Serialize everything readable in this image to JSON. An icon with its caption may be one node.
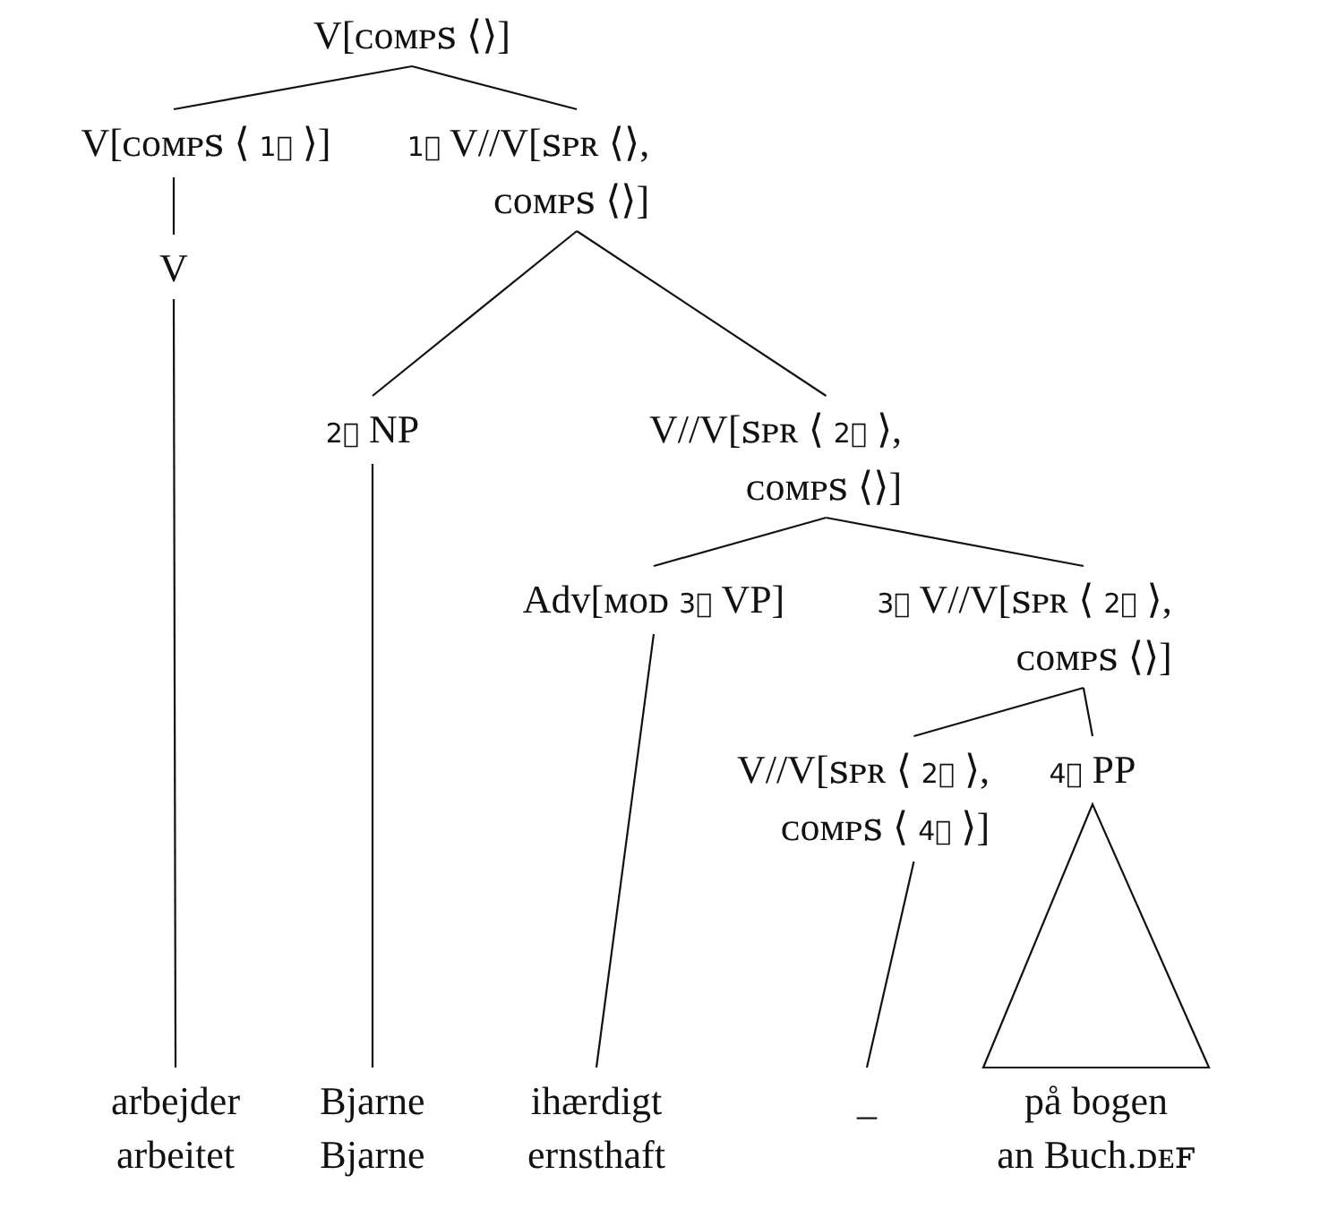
{
  "diagram": {
    "nodes": [
      {
        "text": [
          "V[ᴄᴏᴍᴘꜱ ⟨⟩]"
        ]
      },
      {
        "text": [
          "V[ᴄᴏᴍᴘꜱ ⟨ 1⃞ ⟩]"
        ]
      },
      {
        "text": [
          "1⃞ V//V[ꜱᴘʀ ⟨⟩, ᴄᴏᴍᴘꜱ ⟨⟩]"
        ]
      },
      {
        "text": [
          "V"
        ]
      },
      {
        "text": [
          "2⃞ NP"
        ]
      },
      {
        "text": [
          "V//V[ꜱᴘʀ ⟨ 2⃞ ⟩, ᴄᴏᴍᴘꜱ ⟨⟩]"
        ]
      },
      {
        "text": [
          "Adv[ᴍᴏᴅ 3⃞ VP]"
        ]
      },
      {
        "text": [
          "3⃞ V//V[ꜱᴘʀ ⟨ 2⃞ ⟩, ᴄᴏᴍᴘꜱ ⟨⟩]"
        ]
      },
      {
        "text": [
          "V//V[ꜱᴘʀ ⟨ 2⃞ ⟩, ᴄᴏᴍᴘꜱ ⟨ 4⃞ ⟩]"
        ]
      },
      {
        "text": [
          "4⃞ PP"
        ]
      },
      {
        "text": [
          "arbejder",
          "arbeitet"
        ]
      },
      {
        "text": [
          "Bjarne",
          "Bjarne"
        ]
      },
      {
        "text": [
          "ihærdigt",
          "ernsthaft"
        ]
      },
      {
        "text": [
          "_"
        ]
      },
      {
        "text": [
          "på bogen",
          "an Buch.ᴅᴇꜰ"
        ]
      }
    ],
    "edges": [
      {
        "from": 0,
        "to": 1,
        "arrow": "none"
      },
      {
        "from": 0,
        "to": 2,
        "arrow": "none"
      },
      {
        "from": 1,
        "to": 3,
        "arrow": "none"
      },
      {
        "from": 2,
        "to": 4,
        "arrow": "none"
      },
      {
        "from": 2,
        "to": 5,
        "arrow": "none"
      },
      {
        "from": 3,
        "to": 10,
        "arrow": "none"
      },
      {
        "from": 4,
        "to": 11,
        "arrow": "none"
      },
      {
        "from": 5,
        "to": 6,
        "arrow": "none"
      },
      {
        "from": 5,
        "to": 7,
        "arrow": "none"
      },
      {
        "from": 6,
        "to": 12,
        "arrow": "none"
      },
      {
        "from": 7,
        "to": 8,
        "arrow": "none"
      },
      {
        "from": 7,
        "to": 9,
        "arrow": "none"
      },
      {
        "from": 8,
        "to": 13,
        "arrow": "none"
      },
      {
        "from": 9,
        "to": 14,
        "arrow": "none"
      }
    ]
  }
}
